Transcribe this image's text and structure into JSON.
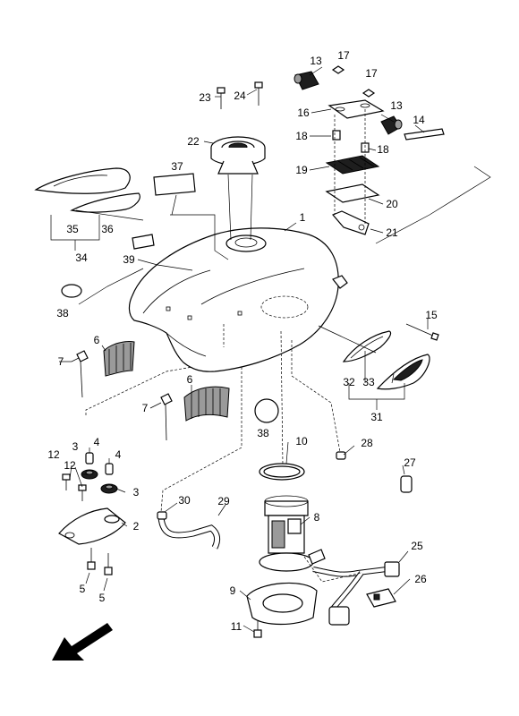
{
  "callouts": {
    "c1": "1",
    "c2": "2",
    "c3a": "3",
    "c3b": "3",
    "c4a": "4",
    "c4b": "4",
    "c5a": "5",
    "c5b": "5",
    "c6a": "6",
    "c6b": "6",
    "c7a": "7",
    "c7b": "7",
    "c8": "8",
    "c9": "9",
    "c10": "10",
    "c11": "11",
    "c12a": "12",
    "c12b": "12",
    "c13a": "13",
    "c13b": "13",
    "c14": "14",
    "c15": "15",
    "c16": "16",
    "c17a": "17",
    "c17b": "17",
    "c18a": "18",
    "c18b": "18",
    "c19": "19",
    "c20": "20",
    "c21": "21",
    "c22": "22",
    "c23": "23",
    "c24": "24",
    "c25": "25",
    "c26": "26",
    "c27": "27",
    "c28": "28",
    "c29": "29",
    "c30": "30",
    "c31": "31",
    "c32": "32",
    "c33": "33",
    "c34": "34",
    "c35": "35",
    "c36": "36",
    "c37": "37",
    "c38a": "38",
    "c38b": "38",
    "c39": "39"
  },
  "icons": {
    "front_arrow": "direction-arrow-icon"
  },
  "colors": {
    "line": "#000000",
    "background": "#ffffff",
    "rubber": "#1e1e1e",
    "metal": "#9a9a9a"
  }
}
